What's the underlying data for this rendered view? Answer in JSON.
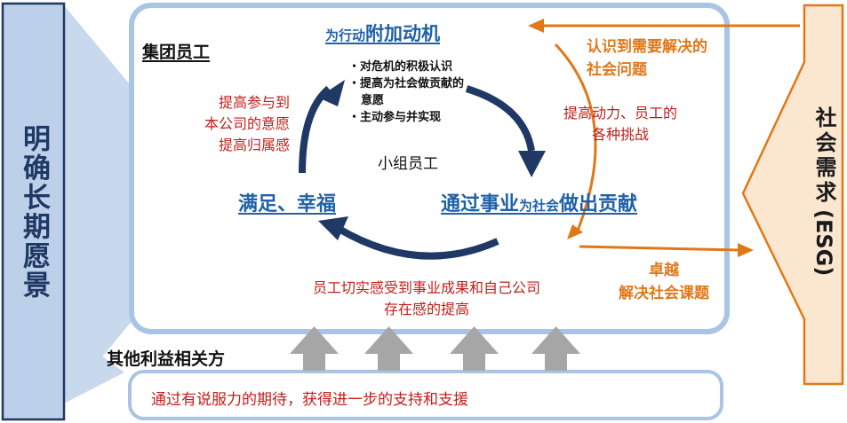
{
  "left_banner": {
    "text": "明确长期愿景"
  },
  "right_banner": {
    "prefix": "社会需求",
    "suffix": "(ESG)"
  },
  "group_label": "集团员工",
  "motivation_title": {
    "small": "为行动",
    "large": "附加动机"
  },
  "bullets": [
    "・对危机的积极认识",
    "・提高为社会做贡献的",
    "意愿",
    "・主动参与并实现"
  ],
  "center_label": "小组员工",
  "left_red_note": [
    "提高参与到",
    "本公司的意愿",
    "提高归属感"
  ],
  "satisfaction_label": "满足、幸福",
  "contribution_title": {
    "part1": "通过事业",
    "small": "为社会",
    "part2": "做出贡献"
  },
  "bottom_red_note": [
    "员工切实感受到事业成果和自己公司",
    "存在感的提高"
  ],
  "right_orange_top": [
    "认识到需要解决的",
    "社会问题"
  ],
  "right_red_mid": [
    "提高动力、员工的",
    "各种挑战"
  ],
  "right_orange_bottom": [
    "卓越",
    "解决社会课题"
  ],
  "stakeholders_label": "其他利益相关方",
  "stakeholders_note": "通过有说服力的期待，获得进一步的支持和支援",
  "colors": {
    "navy": "#1f3864",
    "light_blue": "#a9c4e4",
    "mid_blue": "#6f96cf",
    "link_blue": "#1f62a8",
    "red": "#c0201c",
    "orange": "#e07818",
    "gray": "#a6a6a6"
  }
}
